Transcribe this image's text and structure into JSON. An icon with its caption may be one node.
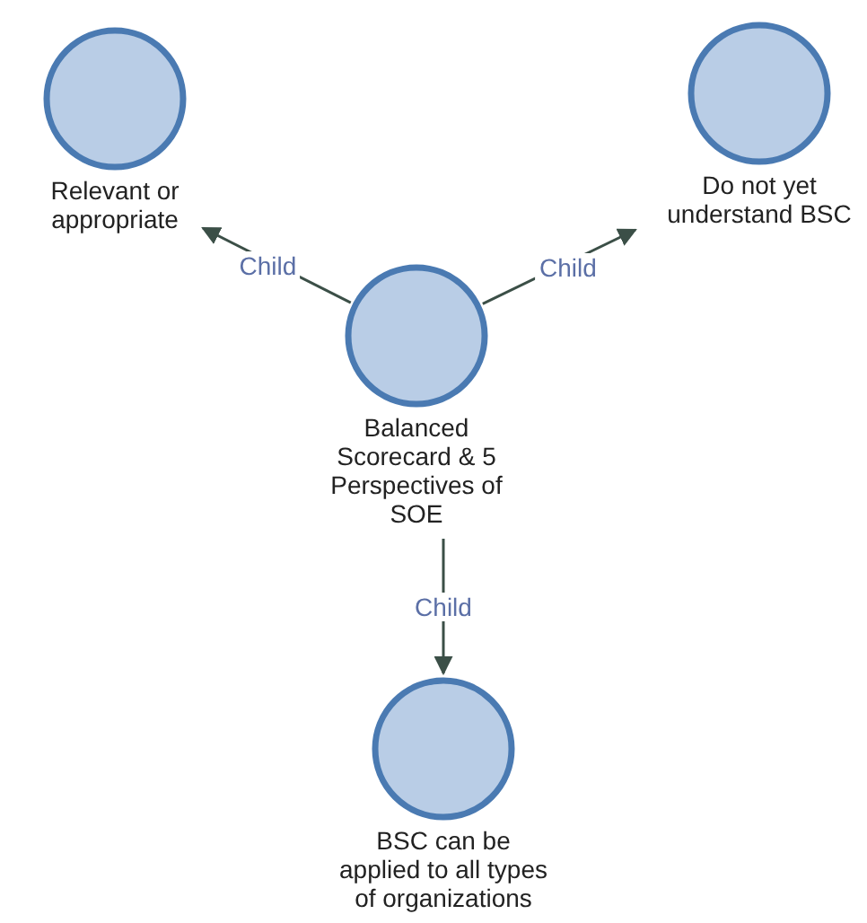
{
  "diagram": {
    "nodes": [
      {
        "text": [
          "Relevant or appropriate"
        ]
      },
      {
        "text": [
          "Do not yet understand BSC"
        ]
      },
      {
        "text": [
          "Balanced Scorecard & 5 Perspectives of SOE"
        ]
      },
      {
        "text": [
          "BSC can be applied to all types of organizations"
        ]
      }
    ],
    "edges": [
      {
        "from": 2,
        "to": 0,
        "arrow": "to",
        "label": "Child"
      },
      {
        "from": 2,
        "to": 1,
        "arrow": "to",
        "label": "Child"
      },
      {
        "from": 2,
        "to": 3,
        "arrow": "to",
        "label": "Child"
      }
    ]
  }
}
